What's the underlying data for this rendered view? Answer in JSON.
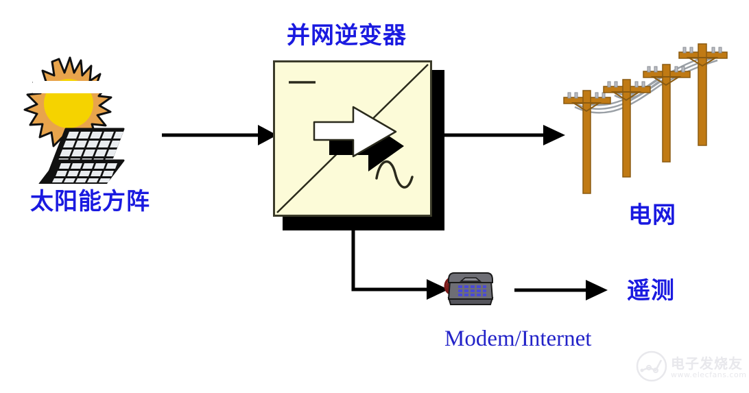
{
  "diagram": {
    "title_label": "并网逆变器",
    "nodes": {
      "solar_array": {
        "label": "太阳能方阵",
        "icon": "solar-panel-sun-icon"
      },
      "inverter": {
        "label": "并网逆变器",
        "icon": "inverter-box-icon",
        "dc_symbol": "dc-line-symbol",
        "ac_symbol": "ac-sine-symbol",
        "flow_symbol": "right-arrow-block-icon"
      },
      "grid": {
        "label": "电网",
        "icon": "power-lines-icon",
        "pole_count": 4
      },
      "modem": {
        "label": "Modem/Internet",
        "icon": "modem-device-icon",
        "led_rows": 3,
        "led_cols": 5
      },
      "telemetry": {
        "label": "遥测",
        "icon": "telemetry-endpoint"
      }
    },
    "connections": [
      {
        "name": "solar-to-inverter",
        "from": "solar_array",
        "to": "inverter",
        "style": "arrow-right"
      },
      {
        "name": "inverter-to-grid",
        "from": "inverter",
        "to": "grid",
        "style": "arrow-right"
      },
      {
        "name": "inverter-to-modem",
        "from": "inverter",
        "to": "modem",
        "style": "elbow-arrow-down-right"
      },
      {
        "name": "modem-to-telemetry",
        "from": "modem",
        "to": "telemetry",
        "style": "arrow-right"
      }
    ],
    "colors": {
      "label_blue": "#1a1ae0",
      "modem_label_blue": "#2323c8",
      "inverter_fill": "#fcfbd8",
      "inverter_border": "#3b3b2a",
      "shadow_black": "#000000",
      "pole_brown": "#c07a14",
      "pole_brown_dark": "#8a5a10",
      "sun_outer": "#e8a44c",
      "sun_inner": "#f5d300",
      "panel_frame": "#111111",
      "panel_cell": "#e9ecef",
      "modem_body": "#6e6e75",
      "modem_led": "#4a4ad6",
      "modem_cord": "#7a1a1a",
      "wire_gray": "#9aa0a6",
      "watermark_gray": "#e8e8ec"
    }
  },
  "watermark": {
    "brand": "电子发烧友",
    "url": "www.elecfans.com",
    "logo_icon": "circuit-circle-logo-icon"
  }
}
